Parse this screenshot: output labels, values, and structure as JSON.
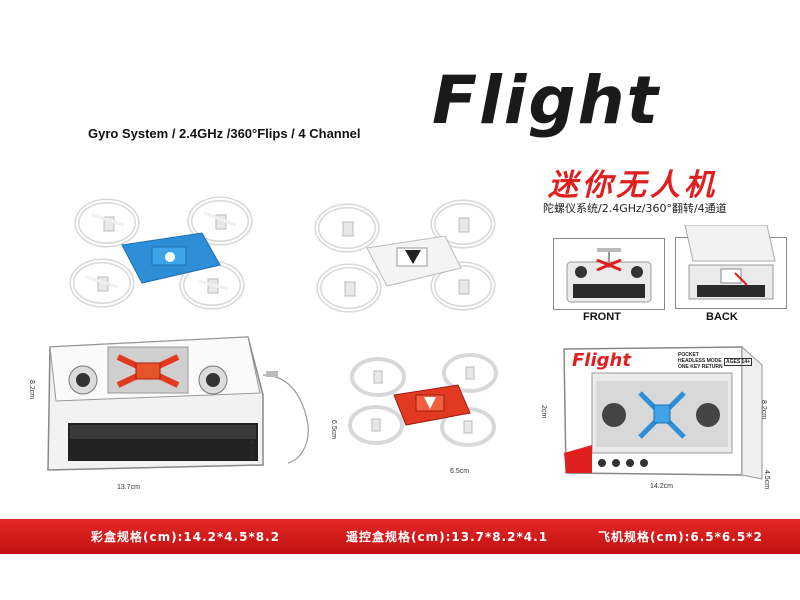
{
  "header": {
    "brand": "Flight",
    "tagline": "Gyro System / 2.4GHz /360°Flips / 4 Channel",
    "cn_title": "迷你无人机",
    "cn_subtitle": "陀螺仪系统/2.4GHz/360°翻转/4通道"
  },
  "views": {
    "front_label": "FRONT",
    "back_label": "BACK"
  },
  "dimensions": {
    "controller_height": "8.2cm",
    "controller_width": "13.7cm",
    "controller_depth": "4.1cm",
    "drone_length": "6.5cm",
    "drone_width": "6.5cm",
    "drone_height": "2cm",
    "box_height": "8.2cm",
    "box_width": "14.2cm",
    "box_depth": "4.5cm"
  },
  "package": {
    "logo": "Flight",
    "line1": "POCKET",
    "line2": "HEADLESS MODE",
    "line3": "ONE KEY RETURN",
    "age": "AGES 14+"
  },
  "specs": {
    "color_box": "彩盒规格(cm):14.2*4.5*8.2",
    "remote_box": "遥控盒规格(cm):13.7*8.2*4.1",
    "aircraft": "飞机规格(cm):6.5*6.5*2"
  },
  "colors": {
    "accent_red": "#e0201e",
    "drone_blue": "#2e8fd8",
    "drone_white": "#f4f4f4",
    "drone_red": "#e23a20"
  }
}
